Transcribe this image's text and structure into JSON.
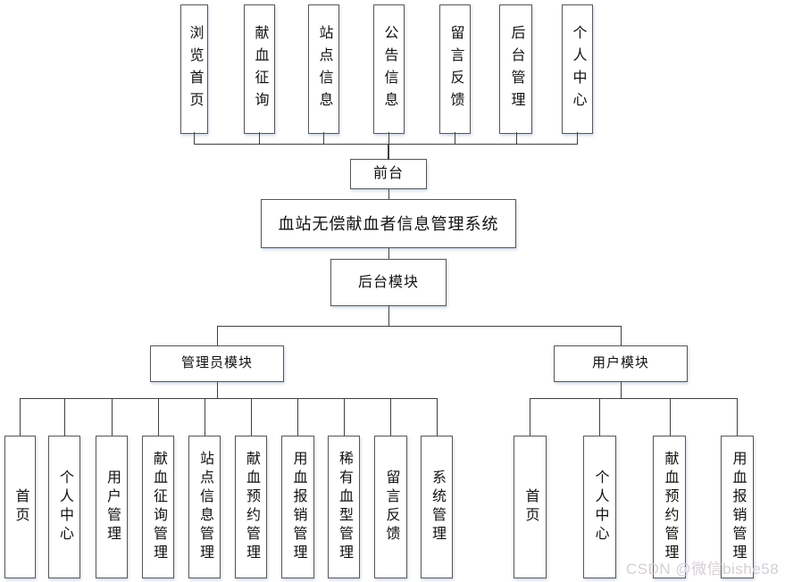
{
  "diagram": {
    "front_label": "前台",
    "system_title": "血站无偿献血者信息管理系统",
    "backend_label": "后台模块",
    "admin_module_label": "管理员模块",
    "user_module_label": "用户模块",
    "top_items": [
      "浏览首页",
      "献血征询",
      "站点信息",
      "公告信息",
      "留言反馈",
      "后台管理",
      "个人中心"
    ],
    "admin_items": [
      "首页",
      "个人中心",
      "用户管理",
      "献血征询管理",
      "站点信息管理",
      "献血预约管理",
      "用血报销管理",
      "稀有血型管理",
      "留言反馈",
      "系统管理"
    ],
    "user_items": [
      "首页",
      "个人中心",
      "献血预约管理",
      "用血报销管理"
    ]
  },
  "watermark": "CSDN @微信bishe58",
  "colors": {
    "line": "#3f3f3f",
    "node_border": "#575757",
    "background": "#ffffff",
    "watermark": "#d6ced6"
  }
}
